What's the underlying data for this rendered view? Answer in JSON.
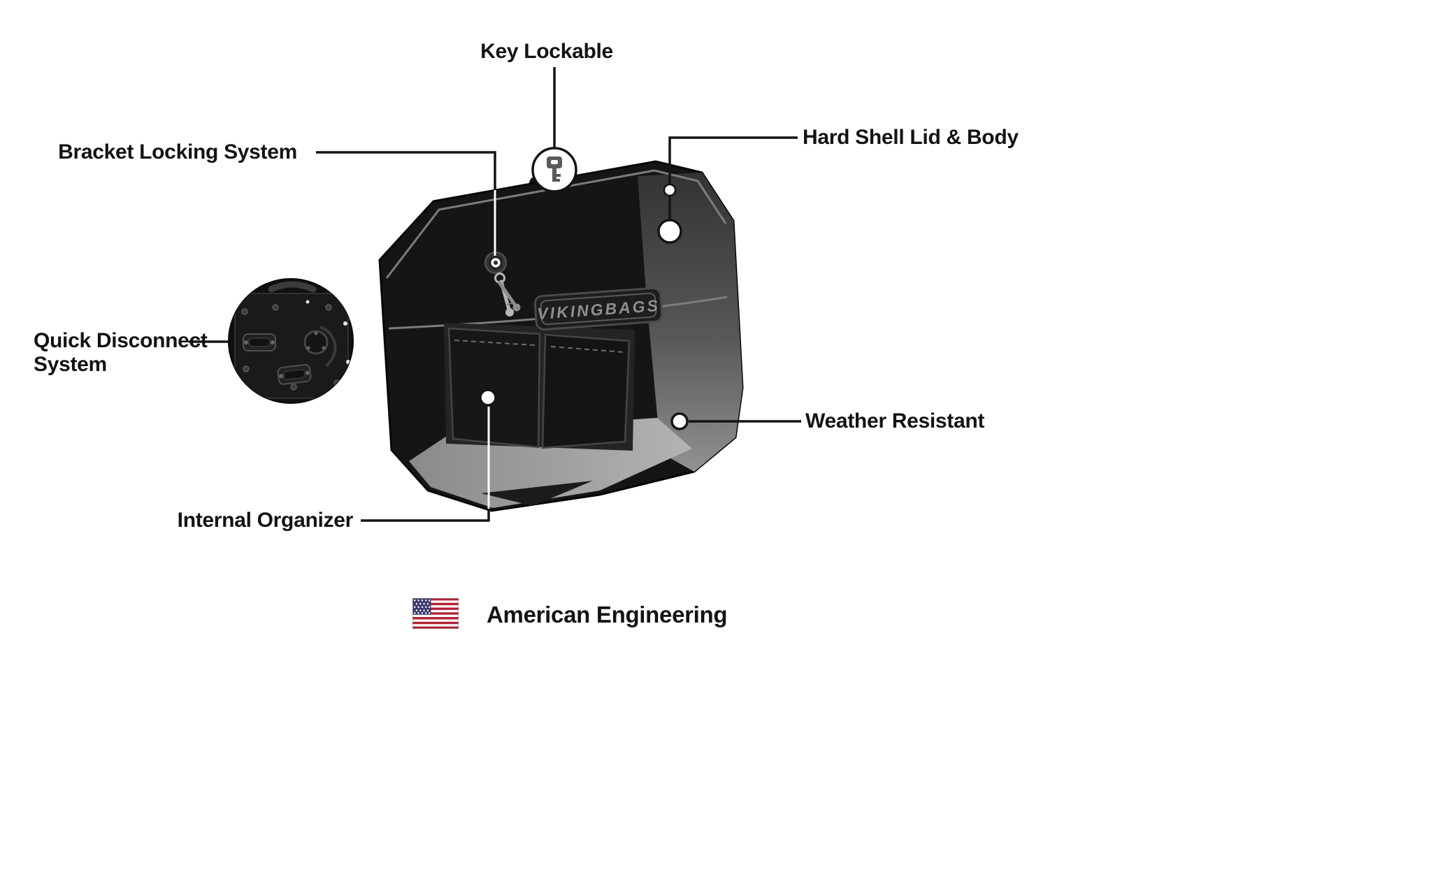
{
  "callouts": {
    "key_lockable": {
      "label": "Key Lockable"
    },
    "bracket_locking_system": {
      "label": "Bracket Locking System"
    },
    "hard_shell_lid_body": {
      "label": "Hard Shell Lid & Body"
    },
    "quick_disconnect_system": {
      "line1": "Quick Disconnect",
      "line2": "System"
    },
    "weather_resistant": {
      "label": "Weather Resistant"
    },
    "internal_organizer": {
      "label": "Internal Organizer"
    }
  },
  "footer": {
    "american_engineering": "American Engineering"
  },
  "product": {
    "brand_plate": "VIKINGBAGS"
  },
  "icons": {
    "key": "key-icon",
    "flag": "us-flag-icon",
    "lock": "keyhole-icon"
  },
  "colors": {
    "callout_text": "#131313",
    "callout_line": "#141414",
    "bag_body": "#151515",
    "interior_gray": "#8f8f8f",
    "flag_red": "#B22234",
    "flag_blue": "#3C3B6E"
  }
}
